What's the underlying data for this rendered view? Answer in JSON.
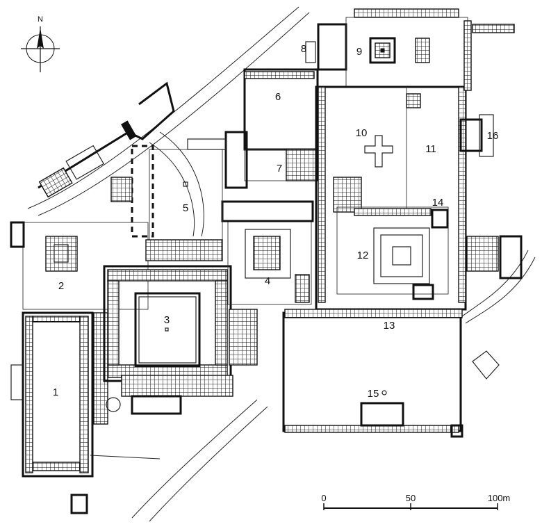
{
  "map": {
    "north_label": "N",
    "scale": {
      "labels": [
        "0",
        "50",
        "100m"
      ]
    },
    "areas": [
      {
        "id": "1",
        "label": "1"
      },
      {
        "id": "2",
        "label": "2"
      },
      {
        "id": "3",
        "label": "3"
      },
      {
        "id": "4",
        "label": "4"
      },
      {
        "id": "5",
        "label": "5"
      },
      {
        "id": "6",
        "label": "6"
      },
      {
        "id": "7",
        "label": "7"
      },
      {
        "id": "8",
        "label": "8"
      },
      {
        "id": "9",
        "label": "9"
      },
      {
        "id": "10",
        "label": "10"
      },
      {
        "id": "11",
        "label": "11"
      },
      {
        "id": "12",
        "label": "12"
      },
      {
        "id": "13",
        "label": "13"
      },
      {
        "id": "14",
        "label": "14"
      },
      {
        "id": "15",
        "label": "15"
      },
      {
        "id": "16",
        "label": "16"
      }
    ]
  }
}
